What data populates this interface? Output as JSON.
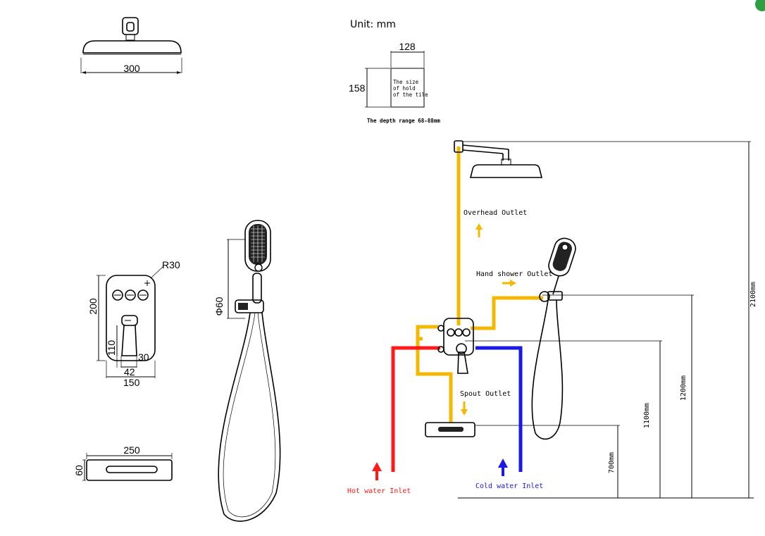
{
  "unit_label": "Unit: mm",
  "tile_hole": {
    "width": "128",
    "height": "158",
    "note_lines": [
      "The size",
      "of hold",
      "of the tile"
    ],
    "depth": "The depth range 68-88mm"
  },
  "head_width": "300",
  "panel": {
    "radius": "R30",
    "height": "200",
    "width": "150",
    "lever_height": "110",
    "lever_gap": "30",
    "lever_width": "42"
  },
  "spout": {
    "width": "250",
    "height": "60"
  },
  "holder_diameter": "Φ60",
  "labels": {
    "overhead": "Overhead Outlet",
    "hand_shower": "Hand shower Outlet",
    "spout": "Spout Outlet",
    "hot": "Hot water Inlet",
    "cold": "Cold water Inlet"
  },
  "heights": {
    "h2100": "2100mm",
    "h1200": "1200mm",
    "h1100": "1100mm",
    "h700": "700mm"
  },
  "colors": {
    "hot": "#ff1a1a",
    "cold": "#1a1ae6",
    "mixed": "#f5b800",
    "badge": "#2ea043"
  }
}
